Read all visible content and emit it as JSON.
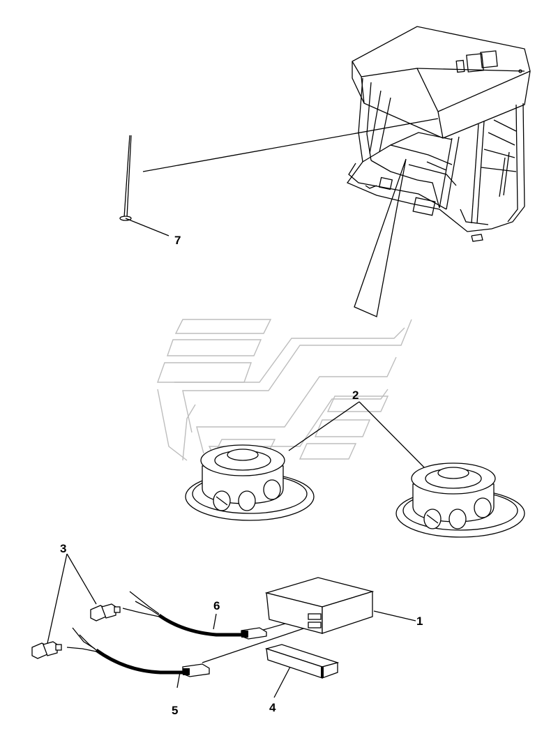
{
  "labels": {
    "part_1": "1",
    "part_2": "2",
    "part_3": "3",
    "part_4": "4",
    "part_5": "5",
    "part_6": "6",
    "part_7": "7"
  },
  "colors": {
    "line": "#000000",
    "watermark": "#bdbdbd",
    "background": "#ffffff"
  }
}
